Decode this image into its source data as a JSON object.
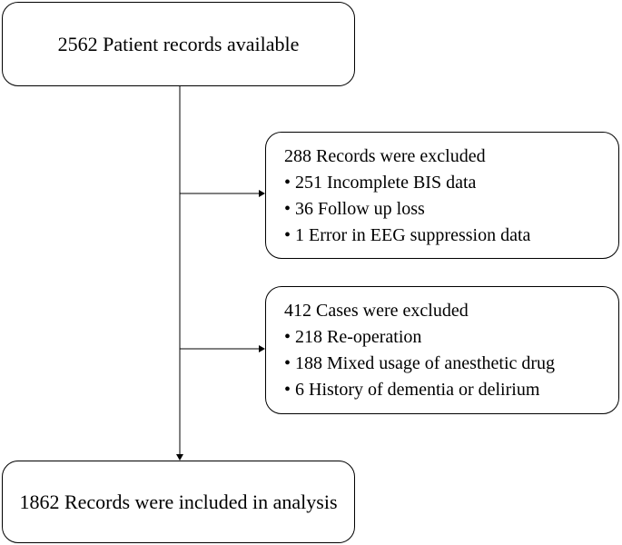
{
  "flowchart": {
    "start": "2562 Patient records available",
    "exclusions": [
      {
        "title": "288 Records were excluded",
        "bullet": "•",
        "items": [
          "251 Incomplete BIS data",
          "36 Follow up loss",
          "1 Error in EEG suppression data"
        ]
      },
      {
        "title": "412 Cases were excluded",
        "bullet": "•",
        "items": [
          "218 Re-operation",
          "188 Mixed usage of anesthetic drug",
          "6 History of dementia or delirium"
        ]
      }
    ],
    "end": "1862 Records were included in analysis"
  }
}
